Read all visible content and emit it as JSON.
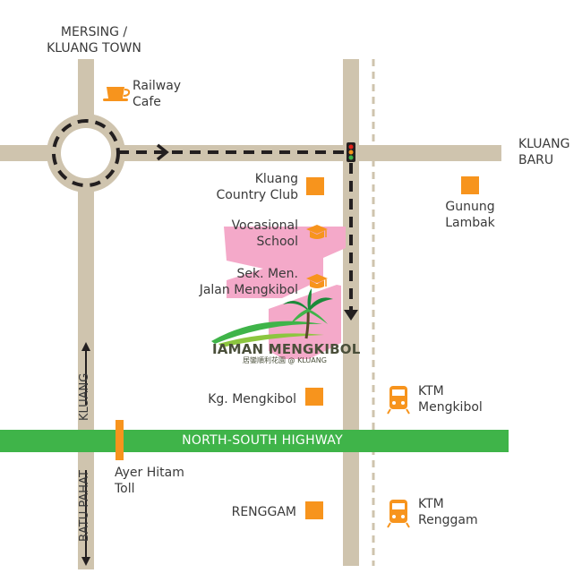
{
  "labels": {
    "mersing_line1": "MERSING /",
    "mersing_line2": "KLUANG TOWN",
    "railway_cafe_line1": "Railway",
    "railway_cafe_line2": "Cafe",
    "kluang_baru_line1": "KLUANG",
    "kluang_baru_line2": "BARU",
    "country_club_line1": "Kluang",
    "country_club_line2": "Country Club",
    "gunung_lambak_line1": "Gunung",
    "gunung_lambak_line2": "Lambak",
    "vocational_line1": "Vocasional",
    "vocational_line2": "School",
    "sek_men_line1": "Sek. Men.",
    "sek_men_line2": "Jalan Mengkibol",
    "kg_mengkibol": "Kg. Mengkibol",
    "ktm_mengkibol_line1": "KTM",
    "ktm_mengkibol_line2": "Mengkibol",
    "highway": "NORTH-SOUTH HIGHWAY",
    "ayer_hitam_line1": "Ayer Hitam",
    "ayer_hitam_line2": "Toll",
    "renggam": "RENGGAM",
    "ktm_renggam_line1": "KTM",
    "ktm_renggam_line2": "Renggam",
    "kluang_road": "KLUANG",
    "batu_pahat": "BATU PAHAT"
  },
  "logo": {
    "title": "IAMAN MENGKIBOL",
    "subtitle": "居鑾順利花園 @ KLUANG"
  },
  "icons": {
    "railway_cafe": "coffee-cup-icon",
    "school": "graduation-cap-icon",
    "landmark": "orange-square-icon",
    "train": "train-icon",
    "traffic_light": "traffic-light-icon",
    "logo": "palm-tree-icon"
  },
  "colors": {
    "road": "#cfc4ae",
    "highway": "#3fb449",
    "marker": "#f7941d",
    "site": "#f4a9c9",
    "route": "#231f20",
    "text": "#3a3a3a"
  }
}
